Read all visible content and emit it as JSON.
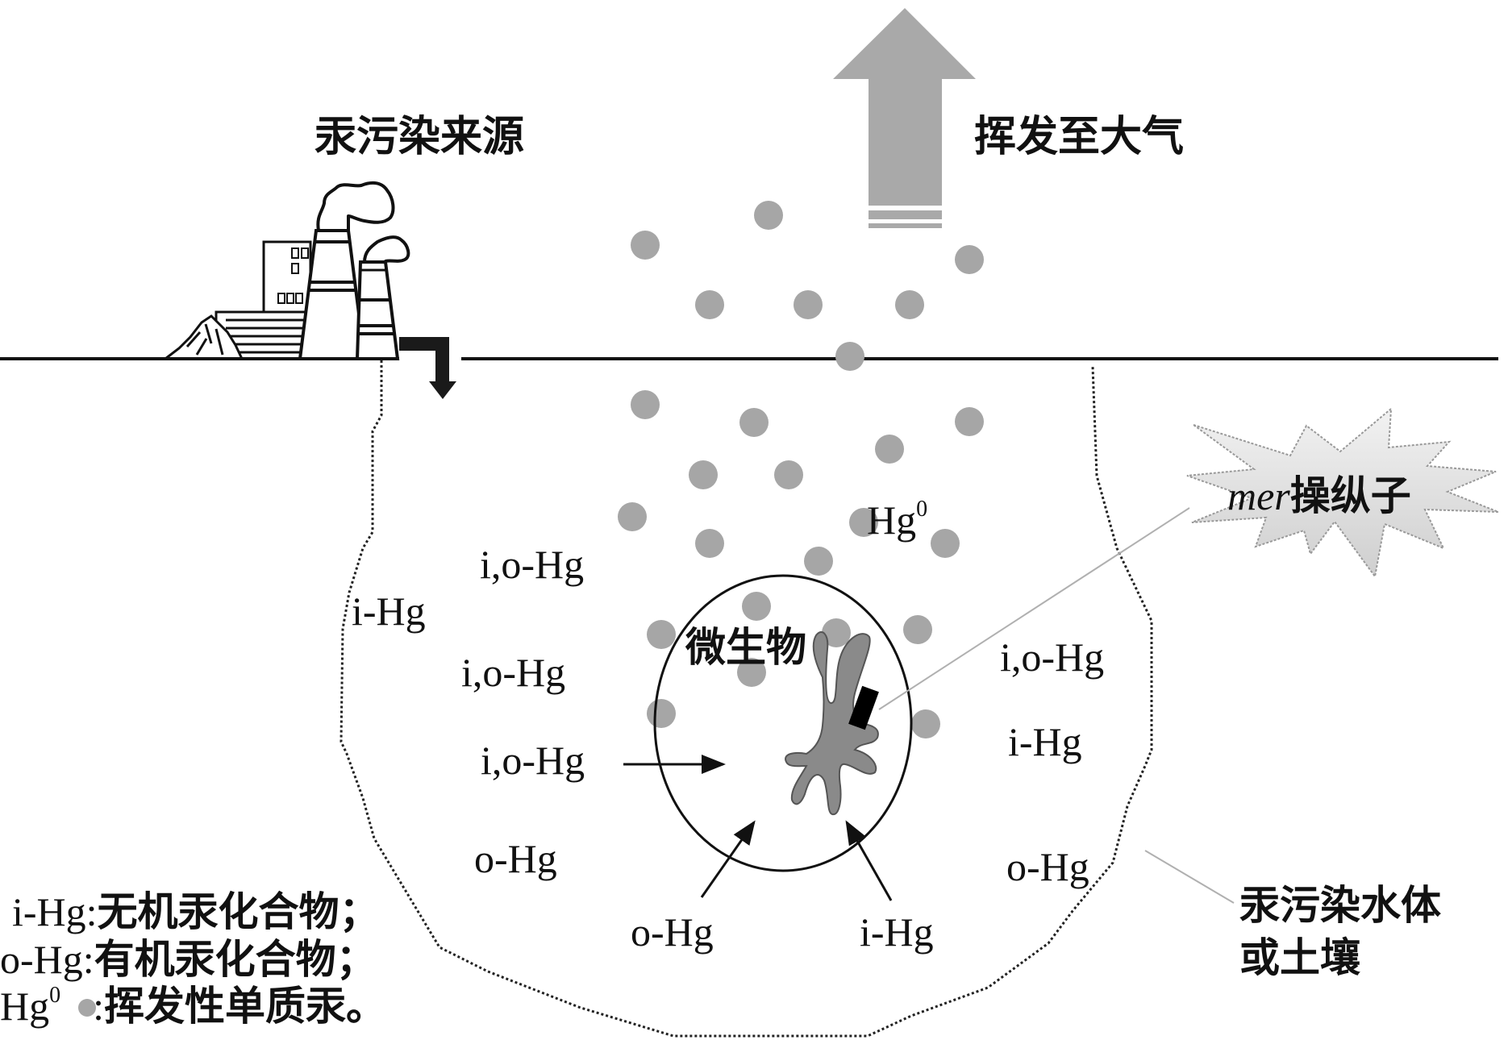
{
  "title_source": "汞污染来源",
  "title_volatilize": "挥发至大气",
  "microbe_label": "微生物",
  "operon": {
    "italic": "mer",
    "text": "操纵子"
  },
  "polluted_area": {
    "line1": "汞污染水体",
    "line2": "或土壤"
  },
  "hg0_label": {
    "base": "Hg",
    "sup": "0"
  },
  "species_labels": [
    {
      "id": "left-io-1",
      "text": "i,o-Hg"
    },
    {
      "id": "left-i",
      "text": "i-Hg"
    },
    {
      "id": "left-io-2",
      "text": "i,o-Hg"
    },
    {
      "id": "left-io-arrow",
      "text": "i,o-Hg"
    },
    {
      "id": "left-o",
      "text": "o-Hg"
    },
    {
      "id": "bottom-o",
      "text": "o-Hg"
    },
    {
      "id": "bottom-i",
      "text": "i-Hg"
    },
    {
      "id": "right-io",
      "text": "i,o-Hg"
    },
    {
      "id": "right-i",
      "text": "i-Hg"
    },
    {
      "id": "right-o",
      "text": "o-Hg"
    }
  ],
  "legend": [
    {
      "key": "i-Hg",
      "sep": ":",
      "desc": "无机汞化合物；"
    },
    {
      "key": "o-Hg",
      "sep": ":",
      "desc": "有机汞化合物；"
    },
    {
      "key_base": "Hg",
      "key_sup": "0",
      "sep": ":",
      "desc": "挥发性单质汞。"
    }
  ],
  "colors": {
    "mercury_dot": "#a6a6a6",
    "volatilize_arrow": "#a9a9a9",
    "microbe_body": "#8a8a8a",
    "ink": "#111111"
  }
}
